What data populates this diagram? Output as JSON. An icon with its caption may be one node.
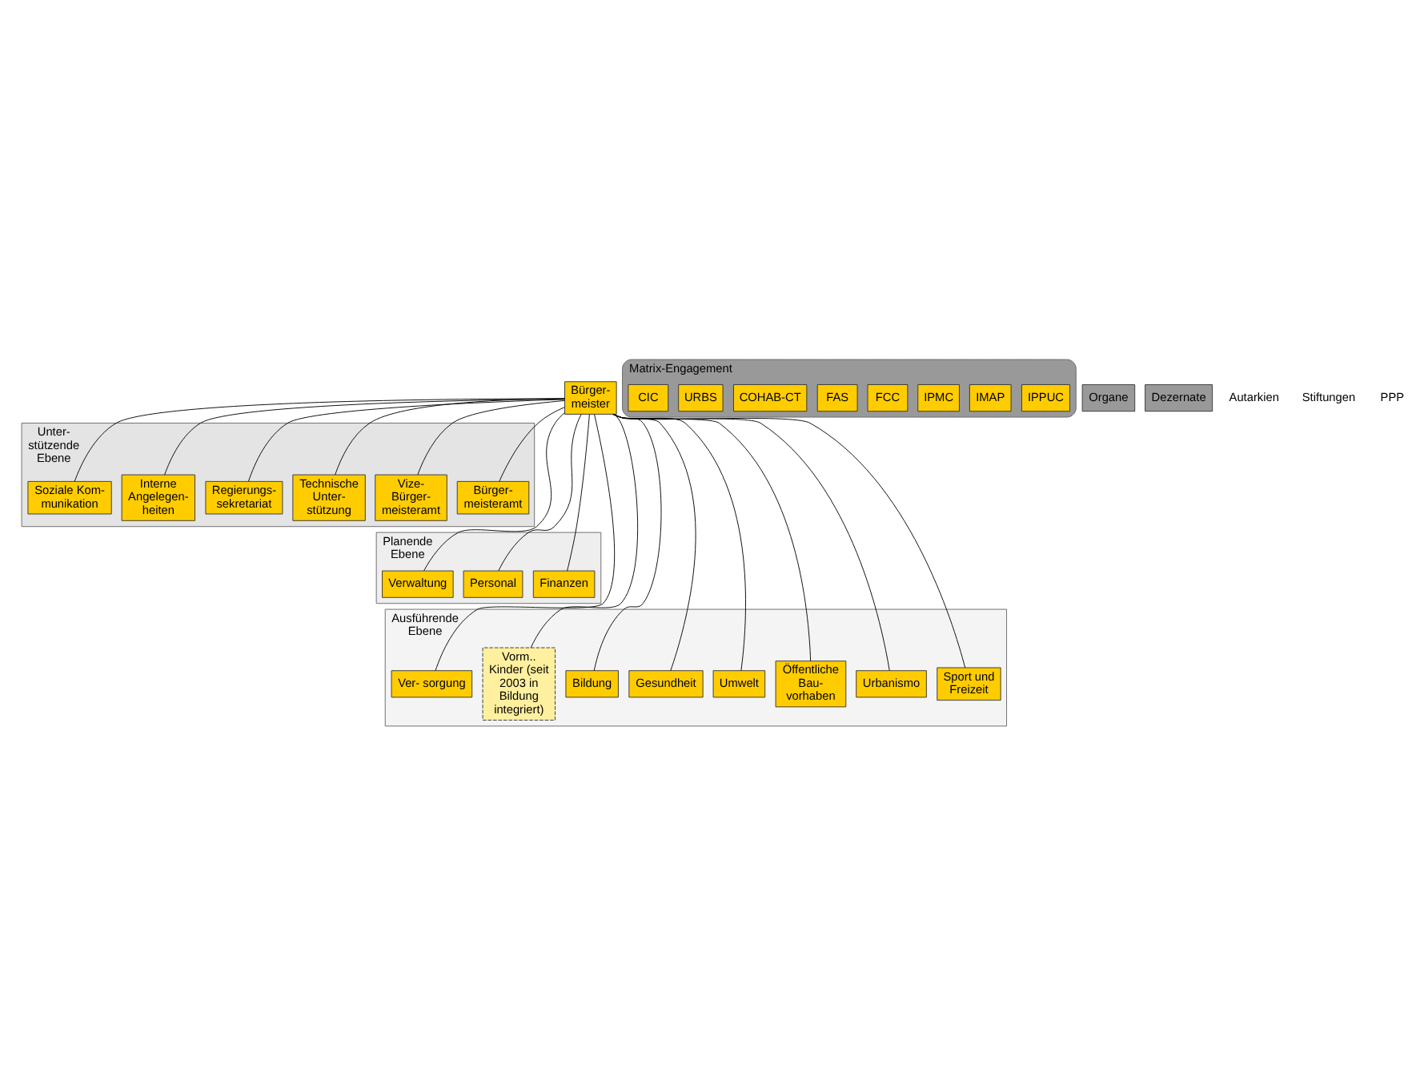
{
  "diagram": {
    "nodes": [
      {
        "text": [
          "Bürger- meister"
        ]
      },
      {
        "text": [
          "Matrix-Engagement"
        ]
      },
      {
        "text": [
          "IPPUC"
        ],
        "in": 1
      },
      {
        "text": [
          "IMAP"
        ],
        "in": 1
      },
      {
        "text": [
          "IPMC"
        ],
        "in": 1
      },
      {
        "text": [
          "FCC"
        ],
        "in": 1
      },
      {
        "text": [
          "FAS"
        ],
        "in": 1
      },
      {
        "text": [
          "COHAB-CT"
        ],
        "in": 1
      },
      {
        "text": [
          "URBS"
        ],
        "in": 1
      },
      {
        "text": [
          "CIC"
        ],
        "in": 1
      },
      {
        "text": [
          "Unter- stützende Ebene"
        ]
      },
      {
        "text": [
          "Bürger- meisteramt"
        ],
        "in": 10
      },
      {
        "text": [
          "Vize- Bürger- meisteramt"
        ],
        "in": 10
      },
      {
        "text": [
          "Technische Unter- stützung"
        ],
        "in": 10
      },
      {
        "text": [
          "Regierungs- sekretariat"
        ],
        "in": 10
      },
      {
        "text": [
          "Interne Angelegen- heiten"
        ],
        "in": 10
      },
      {
        "text": [
          "Soziale Kom- munikation"
        ],
        "in": 10
      },
      {
        "text": [
          "Planende Ebene"
        ]
      },
      {
        "text": [
          "Verwaltung"
        ],
        "in": 17
      },
      {
        "text": [
          "Personal"
        ],
        "in": 17
      },
      {
        "text": [
          "Finanzen"
        ],
        "in": 17
      },
      {
        "text": [
          "Ausführende Ebene"
        ]
      },
      {
        "text": [
          "Ver- sorgung"
        ],
        "in": 21
      },
      {
        "text": [
          "Vorm.. Kinder (seit 2003 in Bildung integriert)"
        ],
        "in": 21
      },
      {
        "text": [
          "Bildung"
        ],
        "in": 21
      },
      {
        "text": [
          "Gesundheit"
        ],
        "in": 21
      },
      {
        "text": [
          "Umwelt"
        ],
        "in": 21
      },
      {
        "text": [
          "Öffentliche Bau- vorhaben"
        ],
        "in": 21
      },
      {
        "text": [
          "Urbanismo"
        ],
        "in": 21
      },
      {
        "text": [
          "Sport und Freizeit"
        ],
        "in": 21
      },
      {
        "text": [
          "Organe"
        ]
      },
      {
        "text": [
          "Dezernate"
        ]
      }
    ],
    "edges": [
      {
        "from": 0,
        "to": 11,
        "arrow": "none"
      },
      {
        "from": 0,
        "to": 12,
        "arrow": "none"
      },
      {
        "from": 0,
        "to": 13,
        "arrow": "none"
      },
      {
        "from": 0,
        "to": 14,
        "arrow": "none"
      },
      {
        "from": 0,
        "to": 15,
        "arrow": "none"
      },
      {
        "from": 0,
        "to": 16,
        "arrow": "none"
      },
      {
        "from": 0,
        "to": 18,
        "arrow": "none"
      },
      {
        "from": 0,
        "to": 19,
        "arrow": "none"
      },
      {
        "from": 0,
        "to": 20,
        "arrow": "none"
      },
      {
        "from": 0,
        "to": 22,
        "arrow": "none"
      },
      {
        "from": 0,
        "to": 23,
        "arrow": "none"
      },
      {
        "from": 0,
        "to": 24,
        "arrow": "none"
      },
      {
        "from": 0,
        "to": 25,
        "arrow": "none"
      },
      {
        "from": 0,
        "to": 26,
        "arrow": "none"
      },
      {
        "from": 0,
        "to": 27,
        "arrow": "none"
      },
      {
        "from": 0,
        "to": 28,
        "arrow": "none"
      },
      {
        "from": 0,
        "to": 29,
        "arrow": "none"
      }
    ],
    "labels": [
      "Autarkien",
      "Stiftungen",
      "PPP"
    ]
  }
}
